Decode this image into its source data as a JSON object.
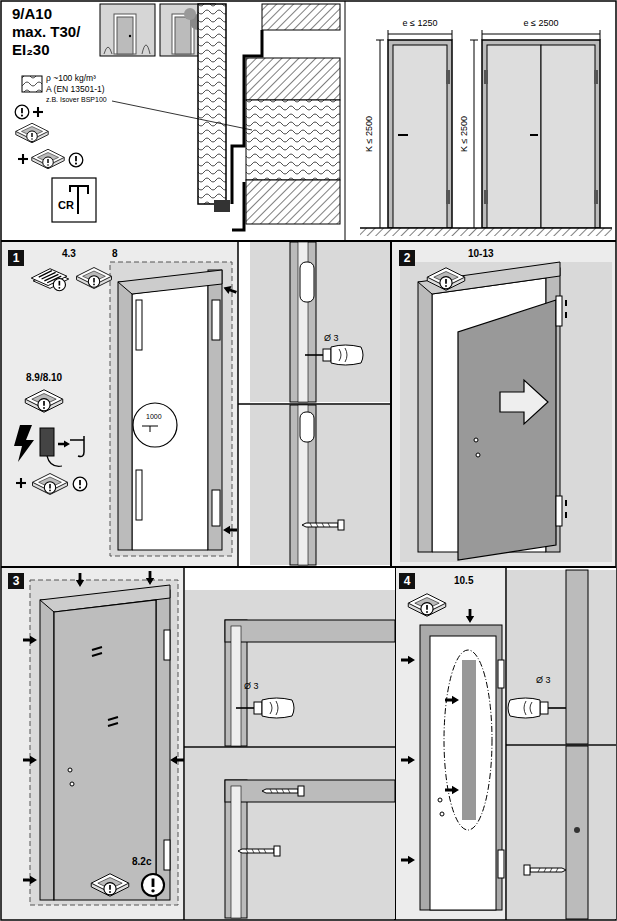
{
  "diagram": {
    "nodes": [
      {
        "text": [
          "1"
        ]
      },
      {
        "text": [
          "2"
        ]
      },
      {
        "text": [
          "3"
        ]
      },
      {
        "text": [
          "4"
        ]
      }
    ],
    "labels": [
      "9/A10",
      "max. T30/",
      "EI₂30",
      "ρ ~100 kg/m³",
      "A (EN 13501-1)",
      "z.B. Isover BSP100",
      "CR",
      "e ≤ 1250",
      "K ≤ 2500",
      "e ≤ 2500",
      "K ≤ 2500",
      "4.3",
      "8",
      "8.9/8.10",
      "1000",
      "Ø 3",
      "10-13",
      "Ø 3",
      "8.2c",
      "10.5",
      "Ø 3"
    ]
  }
}
